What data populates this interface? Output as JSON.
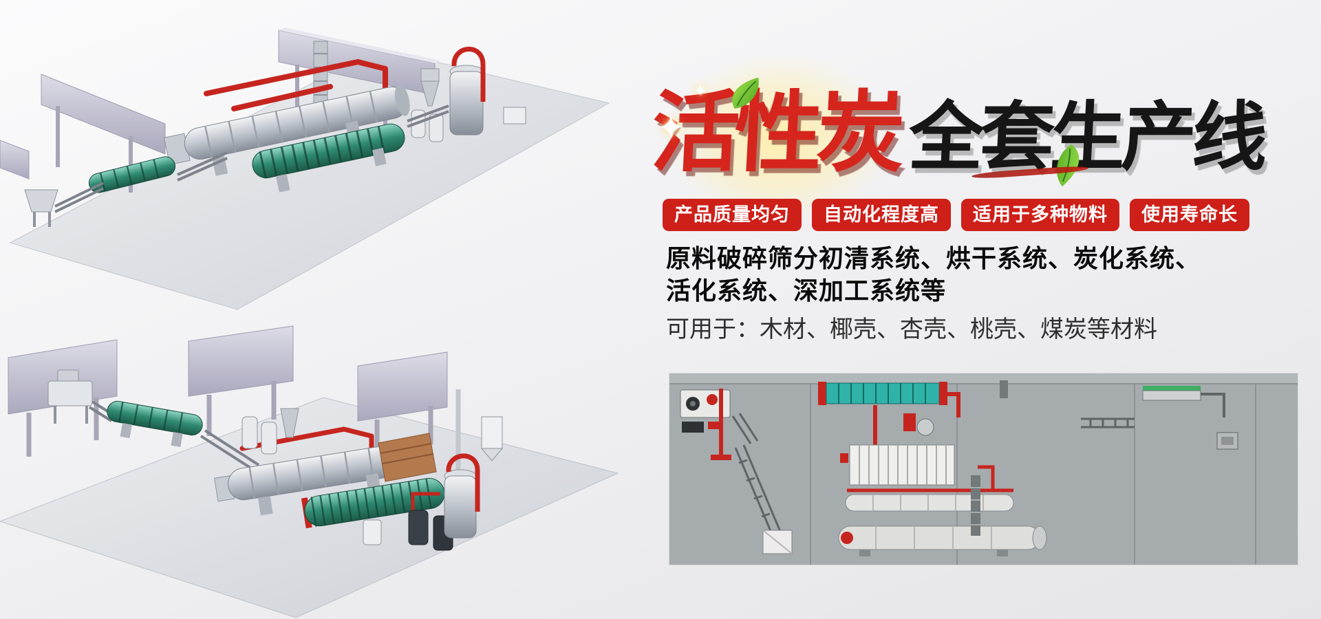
{
  "hero": {
    "title_red": "活性炭",
    "title_black": "全套生产线",
    "badges": [
      "产品质量均匀",
      "自动化程度高",
      "适用于多种物料",
      "使用寿命长"
    ],
    "desc_line1": "原料破碎筛分初清系统、烘干系统、炭化系统、",
    "desc_line2": "活化系统、深加工系统等",
    "desc_line3": "可用于：木材、椰壳、杏壳、桃壳、煤炭等材料"
  },
  "icons": {
    "sparkle": "✦",
    "leaf": "leaf-icon"
  },
  "colors": {
    "badge_red": "#ce1f19",
    "title_red": "#d5251d",
    "title_black": "#161616",
    "pipe_red": "#c6251f",
    "drum_teal": "#2fb3a9",
    "machine_green": "#3fae63",
    "leaf_green": "#5cb02c",
    "schematic_panel_gray": "#a6abad",
    "background_gray": "#ededee"
  },
  "images": {
    "render_top": "3d-production-line-overview",
    "render_bottom": "3d-production-line-alt-view",
    "schematic": "plant-layout-schematic"
  }
}
